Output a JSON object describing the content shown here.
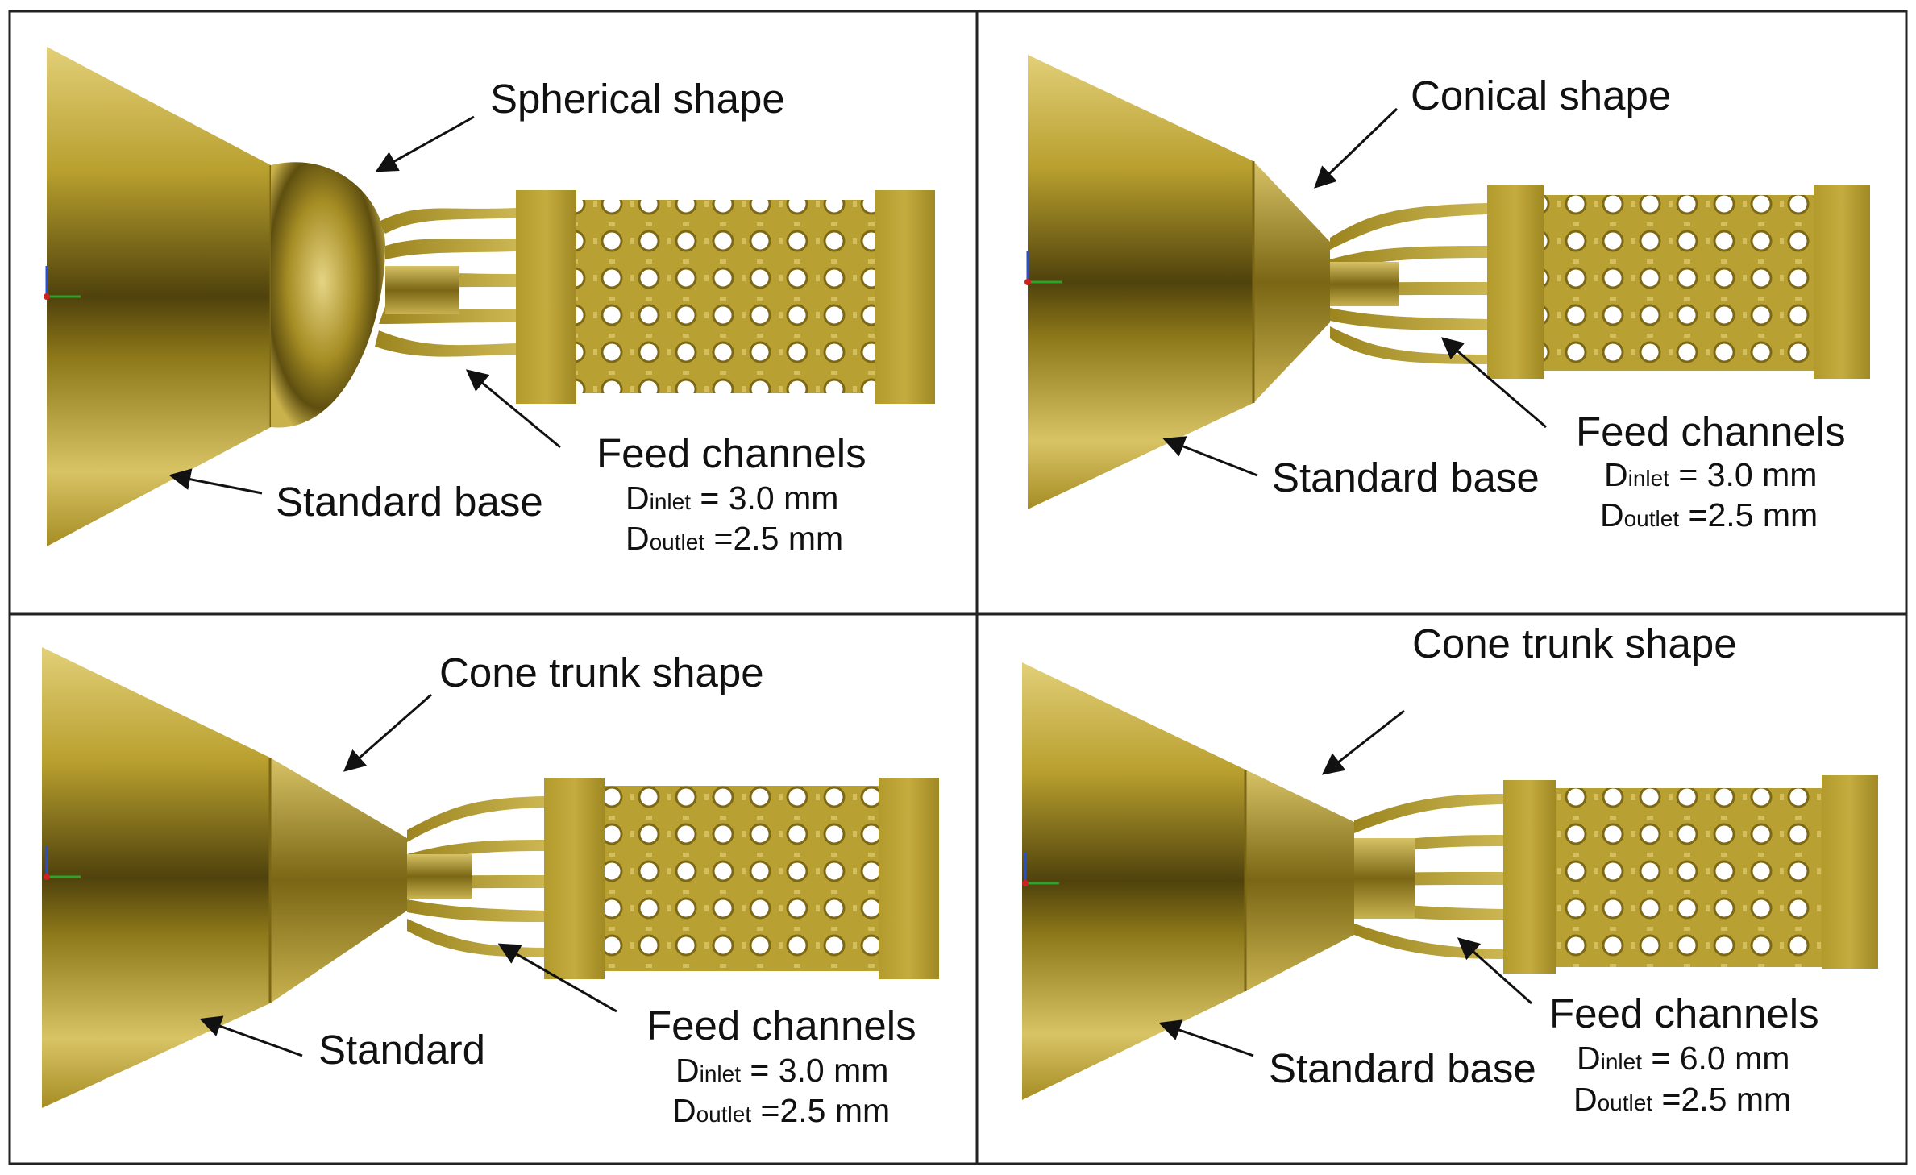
{
  "panels": [
    {
      "top_label": "Spherical shape",
      "base_label": "Standard base",
      "feed_label": "Feed channels",
      "d_inlet": {
        "D": "D",
        "sub": "inlet",
        "value": " = 3.0 mm"
      },
      "d_outlet": {
        "D": "D",
        "sub": "outlet",
        "value": " =2.5 mm"
      }
    },
    {
      "top_label": "Conical shape",
      "base_label": "Standard base",
      "feed_label": "Feed channels",
      "d_inlet": {
        "D": "D",
        "sub": "inlet",
        "value": " = 3.0 mm"
      },
      "d_outlet": {
        "D": "D",
        "sub": "outlet",
        "value": " =2.5 mm"
      }
    },
    {
      "top_label": "Cone trunk shape",
      "base_label": "Standard",
      "feed_label": "Feed channels",
      "d_inlet": {
        "D": "D",
        "sub": "inlet",
        "value": " = 3.0 mm"
      },
      "d_outlet": {
        "D": "D",
        "sub": "outlet",
        "value": " =2.5 mm"
      }
    },
    {
      "top_label": "Cone trunk shape",
      "base_label": "Standard base",
      "feed_label": "Feed channels",
      "d_inlet": {
        "D": "D",
        "sub": "inlet",
        "value": " = 6.0 mm"
      },
      "d_outlet": {
        "D": "D",
        "sub": "outlet",
        "value": " =2.5 mm"
      }
    }
  ],
  "colors": {
    "gold_light": "#d9c46a",
    "gold_mid": "#b59b2a",
    "gold_dark": "#6b5a12",
    "border": "#222222"
  }
}
